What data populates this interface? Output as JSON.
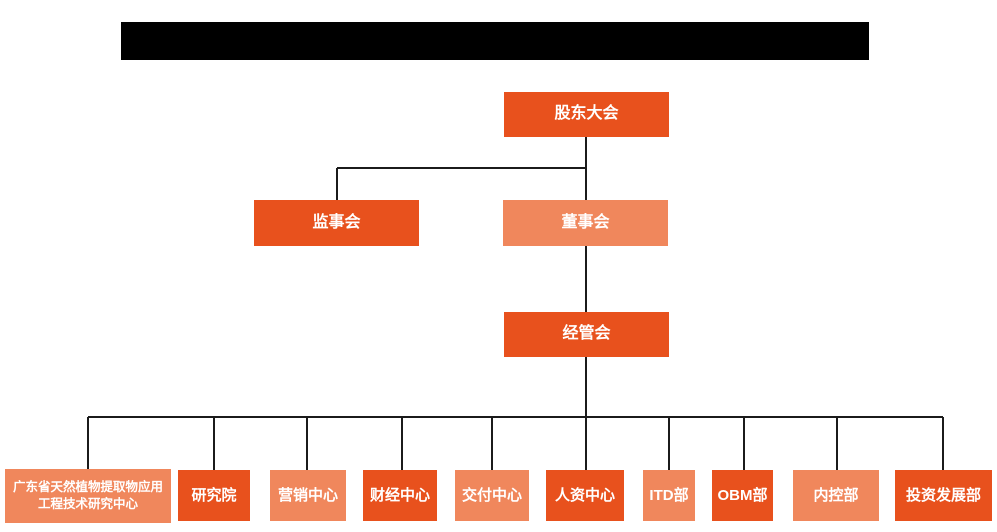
{
  "colors": {
    "dark_orange": "#E8511D",
    "light_orange": "#F0875C",
    "line": "#1B1B1B",
    "redacted": "#000000",
    "background": "#FFFFFF",
    "text": "#FFFFFF"
  },
  "org": {
    "level1": [
      {
        "label": "股东大会",
        "variant": "dark"
      }
    ],
    "level2": [
      {
        "label": "监事会",
        "variant": "dark"
      },
      {
        "label": "董事会",
        "variant": "light"
      }
    ],
    "level3": [
      {
        "label": "经管会",
        "variant": "dark"
      }
    ],
    "level4": [
      {
        "label": "广东省天然植物提取物应用工程技术研究中心",
        "variant": "light"
      },
      {
        "label": "研究院",
        "variant": "dark"
      },
      {
        "label": "营销中心",
        "variant": "light"
      },
      {
        "label": "财经中心",
        "variant": "dark"
      },
      {
        "label": "交付中心",
        "variant": "light"
      },
      {
        "label": "人资中心",
        "variant": "dark"
      },
      {
        "label": "ITD部",
        "variant": "light"
      },
      {
        "label": "OBM部",
        "variant": "dark"
      },
      {
        "label": "内控部",
        "variant": "light"
      },
      {
        "label": "投资发展部",
        "variant": "dark"
      }
    ]
  }
}
